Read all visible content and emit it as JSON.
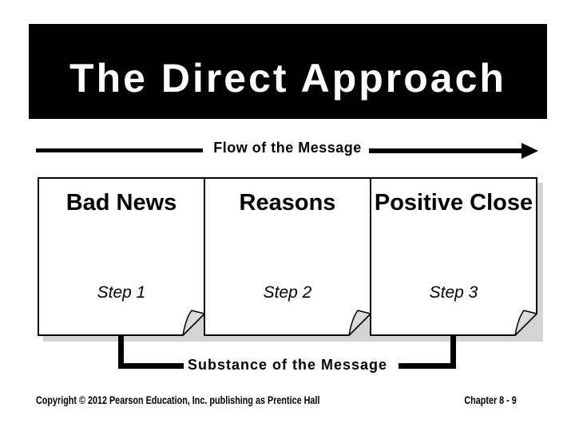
{
  "slide": {
    "title": "The Direct Approach",
    "flow": {
      "label": "Flow of the Message"
    },
    "boxes": [
      {
        "heading": "Bad News",
        "step": "Step 1"
      },
      {
        "heading": "Reasons",
        "step": "Step 2"
      },
      {
        "heading": "Positive Close",
        "step": "Step 3"
      }
    ],
    "substance": {
      "label": "Substance of the Message"
    },
    "footer": {
      "copyright": "Copyright © 2012 Pearson Education, Inc. publishing as Prentice Hall",
      "chapter": "Chapter 8 - 9"
    },
    "colors": {
      "banner_bg": "#000000",
      "banner_text": "#ffffff",
      "line": "#000000",
      "box_fill": "#ffffff",
      "box_border": "#000000",
      "shadow": "#d4d4d4",
      "fold": "#dcdcdc"
    }
  }
}
